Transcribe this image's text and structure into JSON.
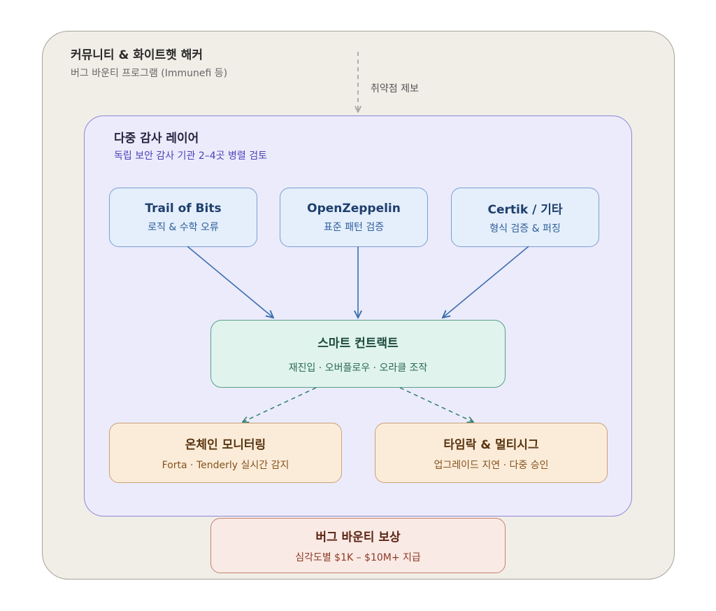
{
  "community": {
    "title": "커뮤니티 & 화이트햇 해커",
    "subtitle": "버그 바운티 프로그램 (Immunefi 등)",
    "report_label": "취약점 제보"
  },
  "audit_layer": {
    "title": "다중 감사 레이어",
    "subtitle": "독립 보안 감사 기관 2–4곳 병렬 검토",
    "auditors": [
      {
        "name": "Trail of Bits",
        "focus": "로직 & 수학 오류"
      },
      {
        "name": "OpenZeppelin",
        "focus": "표준 패턴 검증"
      },
      {
        "name": "Certik / 기타",
        "focus": "형식 검증 & 퍼징"
      }
    ]
  },
  "contract": {
    "title": "스마트 컨트랙트",
    "subtitle": "재진입 · 오버플로우 · 오라클 조작"
  },
  "safeguards": [
    {
      "title": "온체인 모니터링",
      "subtitle": "Forta · Tenderly 실시간 감지"
    },
    {
      "title": "타임락 & 멀티시그",
      "subtitle": "업그레이드 지연 · 다중 승인"
    }
  ],
  "bounty": {
    "title": "버그 바운티 보상",
    "subtitle": "심각도별 $1K – $10M+ 지급"
  },
  "colors": {
    "audit_arrow": "#3b6fb0",
    "dashed_arrow": "#2f7f6d",
    "report_arrow": "#9a9a9a"
  }
}
